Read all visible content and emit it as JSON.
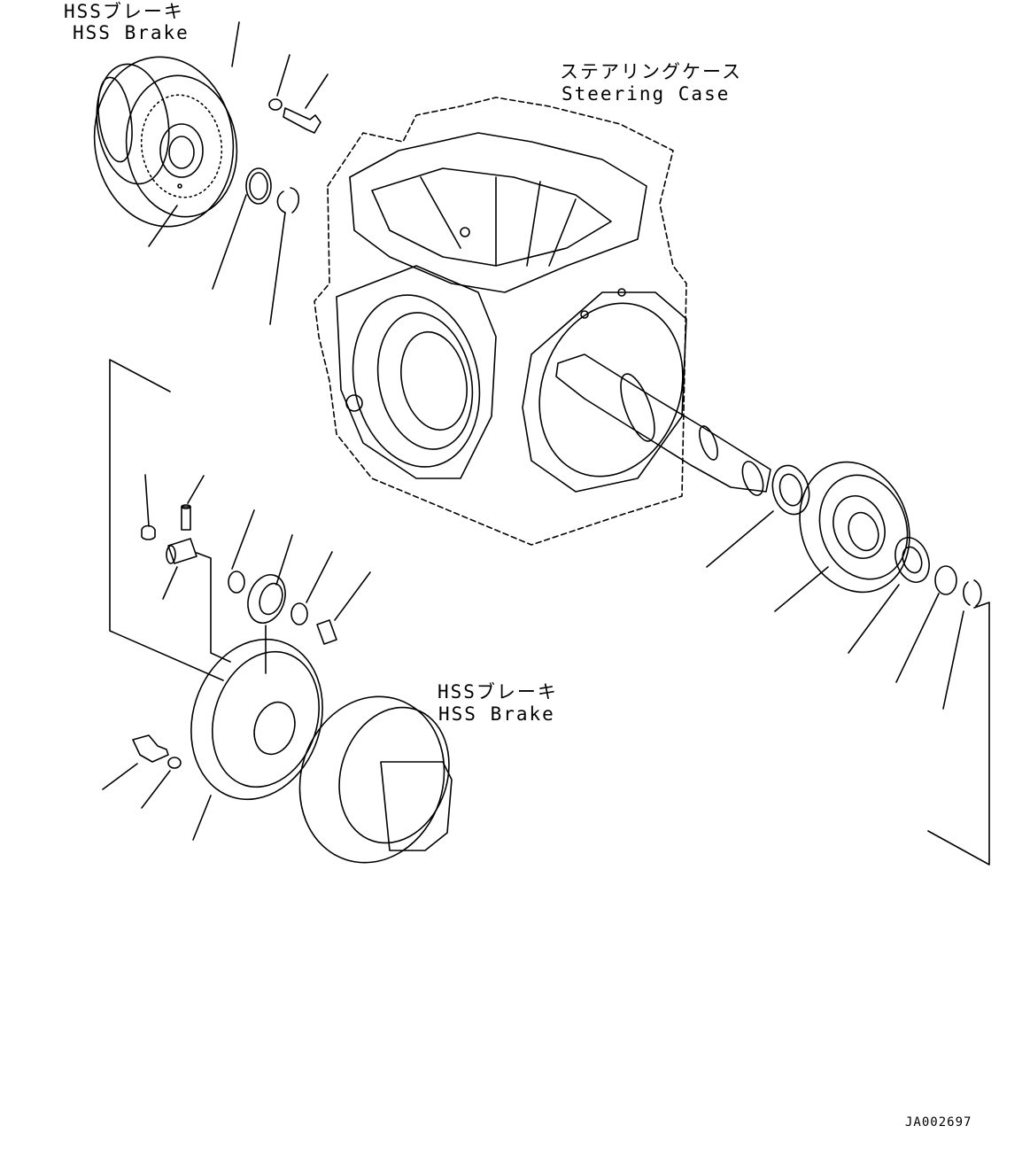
{
  "labels": {
    "top_left_jp": "HSSブレーキ",
    "top_left_en": "HSS Brake",
    "case_jp": "ステアリングケース",
    "case_en": "Steering Case",
    "lower_jp": "HSSブレーキ",
    "lower_en": "HSS Brake",
    "drawing_number": "JA002697"
  },
  "colors": {
    "line": "#000000",
    "background": "#ffffff"
  }
}
